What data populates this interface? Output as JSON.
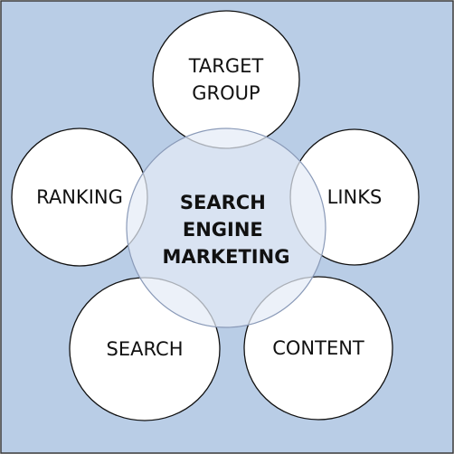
{
  "diagram": {
    "background_color": "#b9cde6",
    "border_color": "#3a3a3a",
    "center": {
      "lines": [
        "SEARCH",
        "ENGINE",
        "MARKETING"
      ],
      "fill": "#e4ebf6",
      "stroke": "#8a9ab8"
    },
    "outer_fill": "#ffffff",
    "outer_stroke": "#111111",
    "nodes": [
      {
        "id": "target-group",
        "lines": [
          "TARGET",
          "GROUP"
        ]
      },
      {
        "id": "links",
        "lines": [
          "LINKS"
        ]
      },
      {
        "id": "content",
        "lines": [
          "CONTENT"
        ]
      },
      {
        "id": "search",
        "lines": [
          "SEARCH"
        ]
      },
      {
        "id": "ranking",
        "lines": [
          "RANKING"
        ]
      }
    ]
  }
}
